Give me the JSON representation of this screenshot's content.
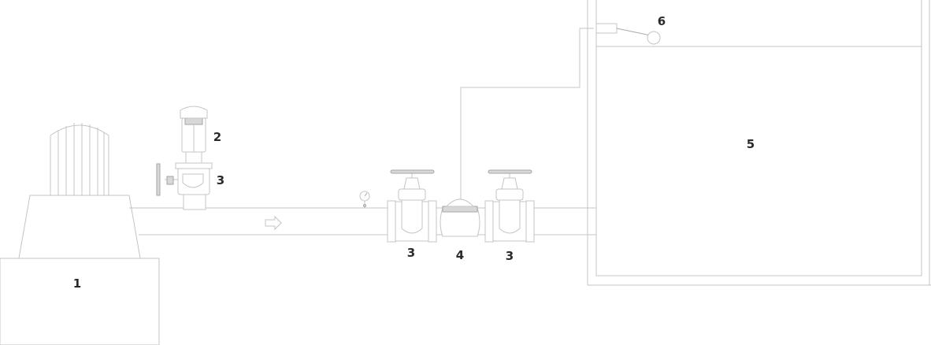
{
  "labels": {
    "pump_unit": "1",
    "motor_valve": "2",
    "valve_riser": "3",
    "valve_left": "3",
    "pressure_device": "4",
    "valve_right": "3",
    "tank": "5",
    "float_switch": "6"
  },
  "icons": {
    "flow_arrow": "arrow-right-outline",
    "gauge": "pressure-gauge"
  },
  "colors": {
    "line": "#c4c4c4",
    "label": "#2a2a2a",
    "background": "#ffffff"
  }
}
